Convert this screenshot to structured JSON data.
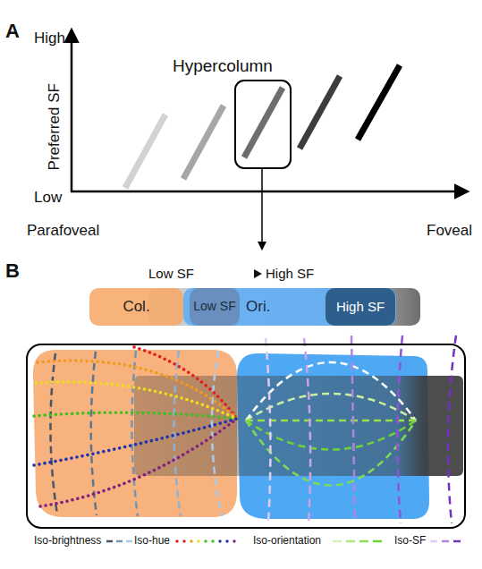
{
  "diagram": {
    "nodes": [
      {
        "text": [
          "Col."
        ]
      },
      {
        "text": [
          "Low SF"
        ]
      },
      {
        "text": [
          "Ori."
        ]
      },
      {
        "text": [
          "High SF"
        ]
      }
    ],
    "labels": [
      "A",
      "High",
      "Hypercolumn",
      "Preferred SF",
      "Low",
      "Parafoveal",
      "Foveal",
      "B",
      "Low SF",
      "High SF"
    ],
    "legend": [
      {
        "text": "Iso-brightness"
      },
      {
        "text": "Iso-hue"
      },
      {
        "text": "Iso-orientation"
      },
      {
        "text": "Iso-SF"
      }
    ]
  }
}
